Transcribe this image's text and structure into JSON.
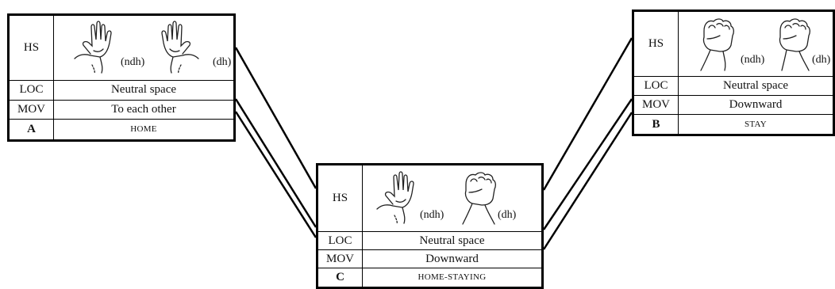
{
  "row_labels": {
    "hs": "HS",
    "loc": "LOC",
    "mov": "MOV"
  },
  "hand_tags": {
    "ndh": "(ndh)",
    "dh": "(dh)"
  },
  "table_a": {
    "letter": "A",
    "loc": "Neutral space",
    "mov": "To each other",
    "gloss": "HOME",
    "handshapes": {
      "ndh": "flat-hand-icon",
      "dh": "flat-hand-icon"
    }
  },
  "table_b": {
    "letter": "B",
    "loc": "Neutral space",
    "mov": "Downward",
    "gloss": "STAY",
    "handshapes": {
      "ndh": "fist-icon",
      "dh": "fist-icon"
    }
  },
  "table_c": {
    "letter": "C",
    "loc": "Neutral space",
    "mov": "Downward",
    "gloss": "HOME-STAYING",
    "handshapes": {
      "ndh": "flat-hand-icon",
      "dh": "fist-icon"
    }
  },
  "colors": {
    "line": "#000000",
    "background": "#ffffff",
    "text": "#111111"
  }
}
